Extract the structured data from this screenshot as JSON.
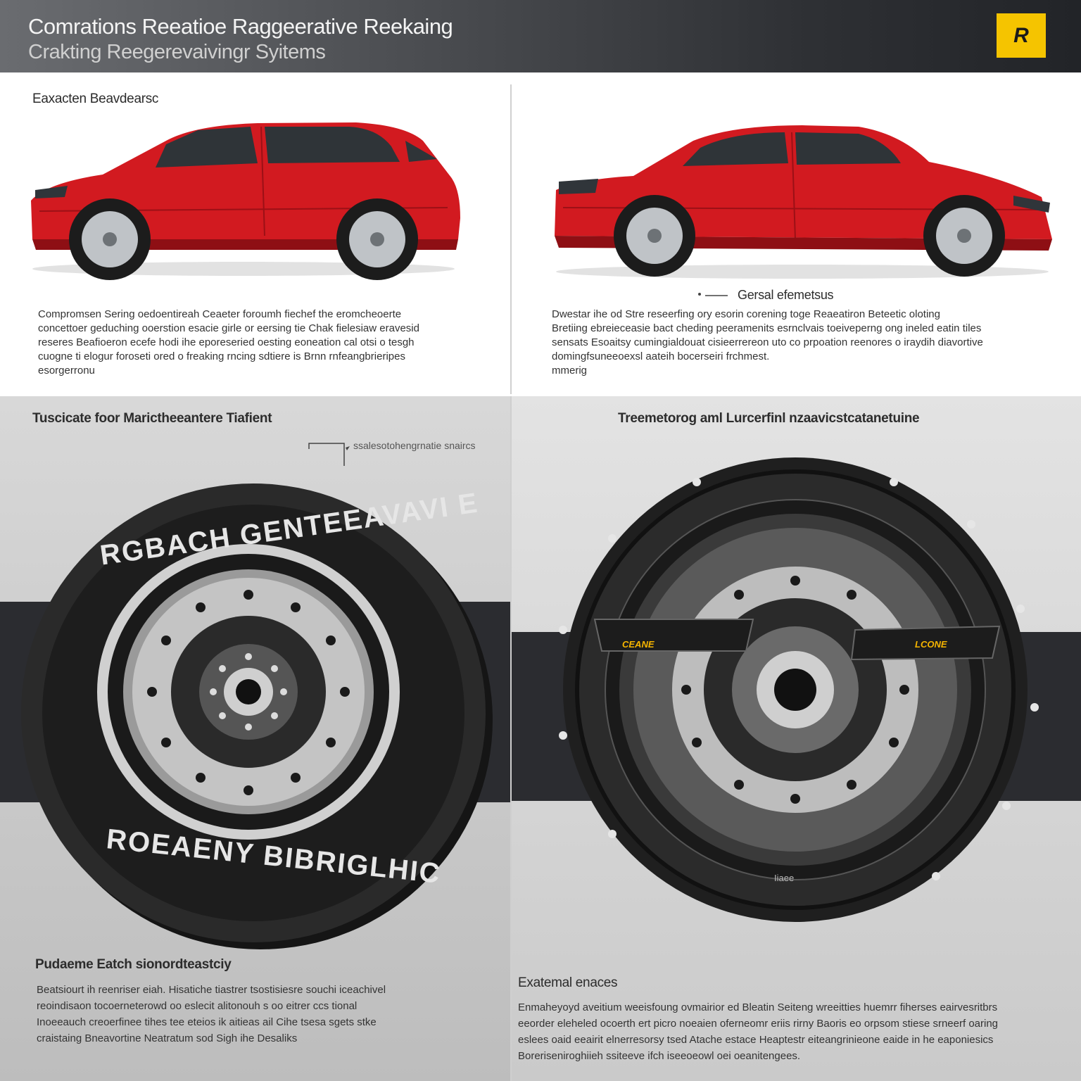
{
  "header": {
    "title_line1": "Comrations Reeatioe Raggeerative Reekaing",
    "title_line2": "Crakting Reegerevaivingr Syitems",
    "logo_text": "R"
  },
  "top_left": {
    "label": "Eaxacten Beavdearsc",
    "paragraph": [
      "Compromsen Sering oedoentireah Ceaeter foroumh fiechef the eromcheoerte",
      "concettoer geduching ooerstion esacie girle or eersing tie Chak fielesiaw eravesid",
      "reseres Beafioeron ecefe hodi ihe eporeseried oesting eoneation cal otsi o tesgh",
      "cuogne ti elogur foroseti ored o freaking rncing sdtiere is Brnn rnfeangbrieripes",
      "esorgerronu"
    ]
  },
  "top_right": {
    "callout": "Gersal efemetsus",
    "paragraph": [
      "Dwestar ihe od Stre reseerfing ory esorin corening toge Reaeatiron Beteetic oloting",
      "Bretiing ebreieceasie bact cheding peeramenits esrnclvais toeiveperng ong ineled eatin tiles",
      "sensats Esoaitsy cumingialdouat cisieerrereon uto co prpoation reenores o iraydih diavortive",
      "domingfsuneeoexsl aateih bocerseiri frchmest.",
      "mmerig"
    ]
  },
  "bottom_left": {
    "title": "Tuscicate foor Marictheeantere Tiafient",
    "callout": "ssalesotohengrnatie snaircs",
    "tire_text_top": "RGBACH GENTEEAVAVI E",
    "tire_text_bottom": "ROEAENY BIBRIGLHIC",
    "subtitle": "Pudaeme Eatch sionordteastciy",
    "paragraph": [
      "Beatsiourt ih reenriser eiah. Hisatiche tiastrer tsostisiesre souchi iceachivel",
      "reoindisaon tocoerneterowd oo eslecit alitonouh s oo eitrer ccs tional",
      "Inoeeauch creoerfinee tihes tee eteios ik aitieas ail Cihe tsesa sgets stke",
      "craistaing Bneavortine Neatratum sod Sigh ihe Desaliks"
    ]
  },
  "bottom_right": {
    "title": "Treemetorog aml Lurcerfinl nzaavicstcatanetuine",
    "label_left": "CEANE",
    "label_right": "LCONE",
    "center_text": "Iiaee",
    "subtitle": "Exatemal enaces",
    "paragraph": [
      "Enmaheyoyd aveitium weeisfoung ovmairior ed Bleatin Seiteng wreeitties huemrr fiherses eairvesritbrs",
      "eeorder eleheled ocoerth ert picro noeaien oferneomr eriis rirny Baoris eo orpsom stiese srneerf oaring",
      "eslees oaid eeairit elnerresorsy tsed Atache estace Heaptestr eiteangrinieone eaide in he eaponiesics",
      "Boreriseniroghiieh ssiteeve ifch iseeoeowl oei oeanitengees."
    ]
  },
  "colors": {
    "car_red": "#d21a20",
    "accent_yellow": "#f5c400",
    "dark_band": "#2b2c30"
  }
}
